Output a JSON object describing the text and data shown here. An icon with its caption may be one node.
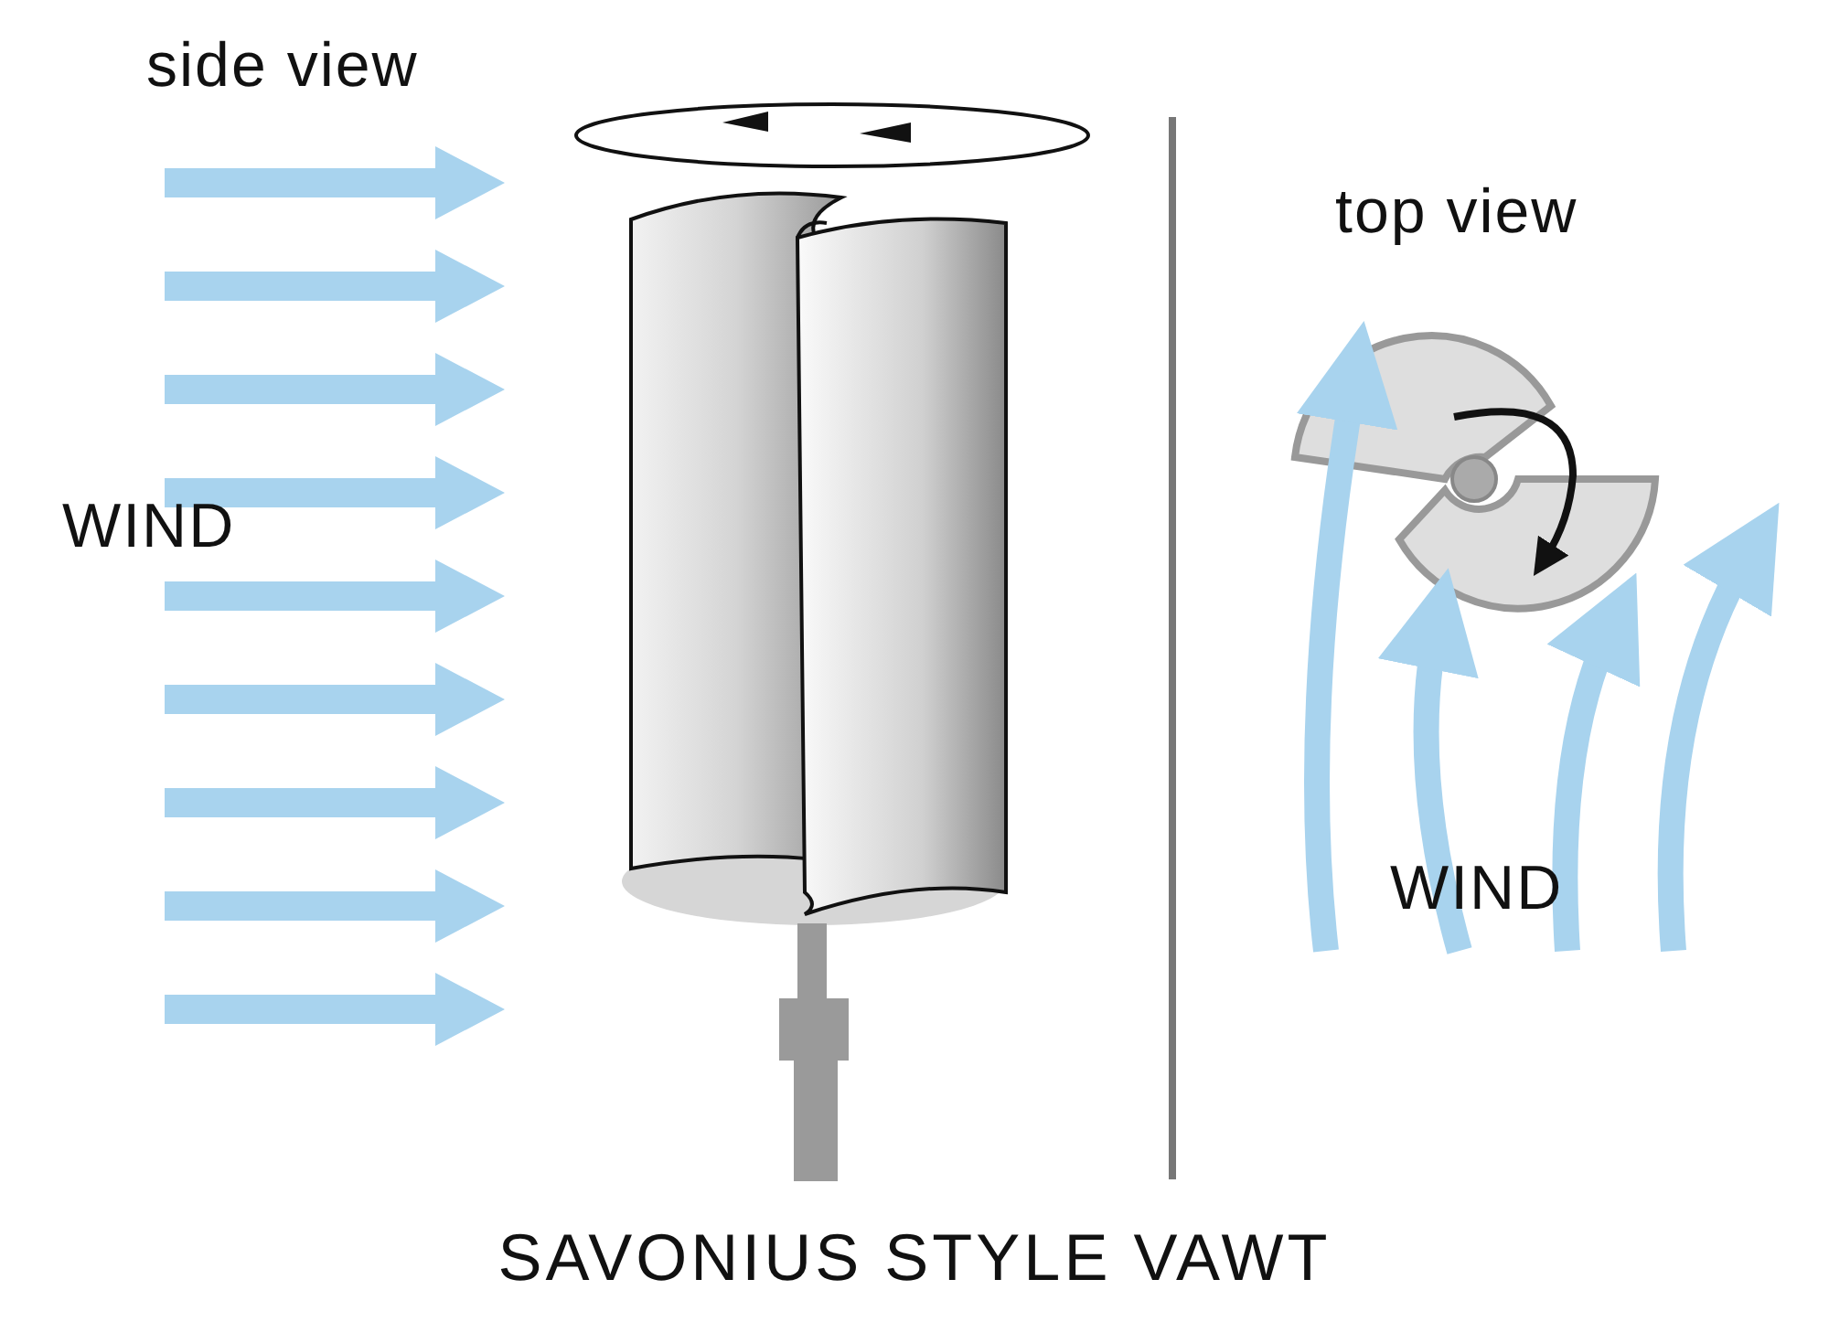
{
  "diagram": {
    "caption": "SAVONIUS STYLE VAWT",
    "labels": [
      "side view",
      "WIND",
      "top view",
      "WIND"
    ]
  }
}
